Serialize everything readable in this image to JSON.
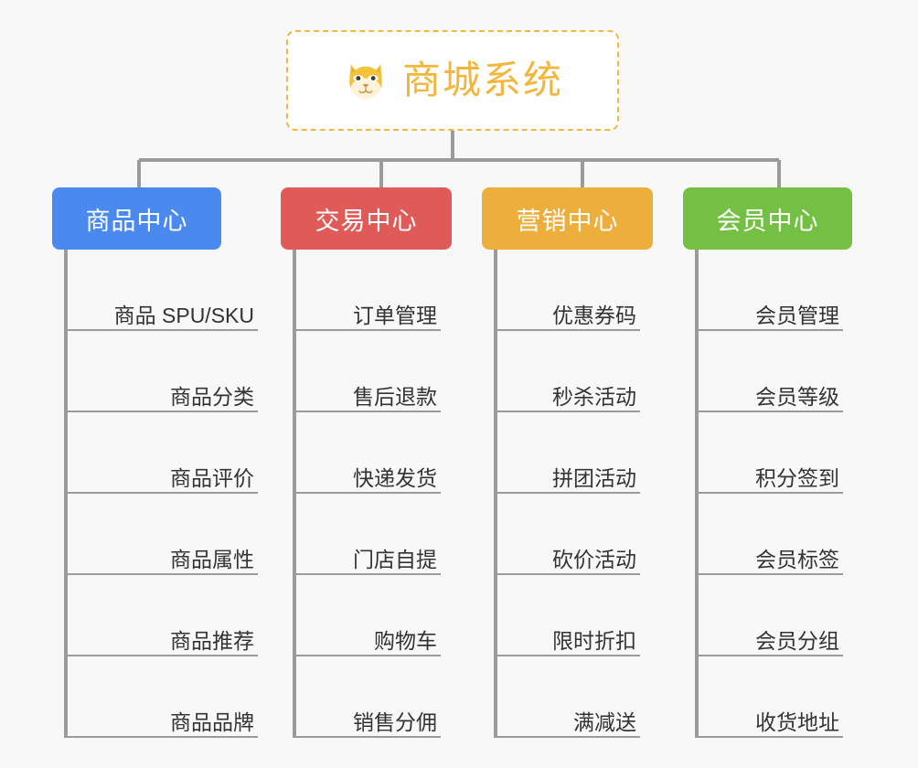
{
  "page": {
    "background": "#f8f8f8",
    "connector_color": "#9b9b9b"
  },
  "root": {
    "title": "商城系统",
    "icon": "shiba-dog-emoji",
    "border_color": "#f0b840",
    "text_color": "#f2b63c",
    "background": "#ffffff"
  },
  "columns": [
    {
      "header": "商品中心",
      "color": "#4a89f0",
      "items": [
        "商品 SPU/SKU",
        "商品分类",
        "商品评价",
        "商品属性",
        "商品推荐",
        "商品品牌"
      ]
    },
    {
      "header": "交易中心",
      "color": "#e05b58",
      "items": [
        "订单管理",
        "售后退款",
        "快递发货",
        "门店自提",
        "购物车",
        "销售分佣"
      ]
    },
    {
      "header": "营销中心",
      "color": "#eeae3c",
      "items": [
        "优惠券码",
        "秒杀活动",
        "拼团活动",
        "砍价活动",
        "限时折扣",
        "满减送"
      ]
    },
    {
      "header": "会员中心",
      "color": "#74c044",
      "items": [
        "会员管理",
        "会员等级",
        "积分签到",
        "会员标签",
        "会员分组",
        "收货地址"
      ]
    }
  ]
}
